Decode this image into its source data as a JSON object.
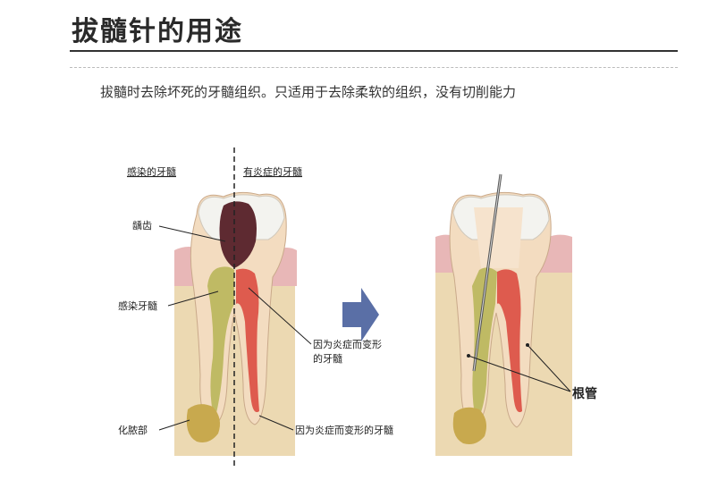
{
  "title": "拔髓针的用途",
  "subtitle": "拔髓时去除坏死的牙髓组织。只适用于去除柔软的组织，没有切削能力",
  "left_diagram": {
    "header_left": "感染的牙髓",
    "header_right": "有炎症的牙髓",
    "labels": {
      "caries": "龋齿",
      "infected_pulp": "感染牙髓",
      "deformed_pulp_line1": "因为炎症而变形",
      "deformed_pulp_line2": "的牙髓",
      "pus": "化脓部",
      "deformed_bottom": "因为炎症而变形的牙髓"
    }
  },
  "right_diagram": {
    "root_canal_label": "根管"
  },
  "colors": {
    "arrow": "#5a6fa6",
    "gum": "#e8b7b7",
    "bone": "#ecd9b2",
    "dentin": "#f3dcc0",
    "enamel": "#f3f3ef",
    "decay": "#5e2a31",
    "infected": "#b9b65a",
    "inflamed": "#d9443a"
  }
}
